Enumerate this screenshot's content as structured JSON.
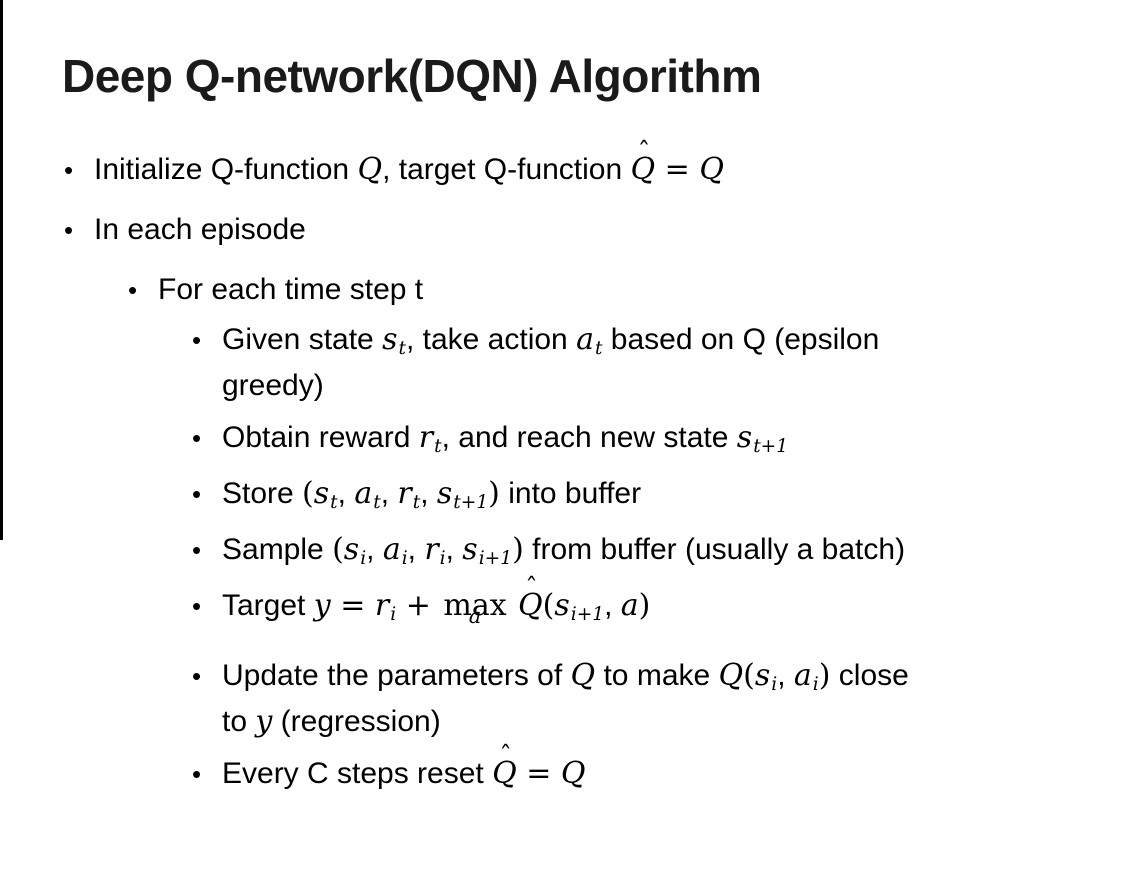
{
  "colors": {
    "background": "#ffffff",
    "text": "#000000",
    "edge_line": "#000000"
  },
  "glyphs": {
    "bullet": "•",
    "hat": "ˆ"
  },
  "slide": {
    "title": "Deep Q-network(DQN) Algorithm",
    "bullets": [
      {
        "level": 1,
        "segments": [
          {
            "type": "text",
            "value": "Initialize Q-function "
          },
          {
            "type": "math",
            "value": "Q"
          },
          {
            "type": "text",
            "value": ", target Q-function "
          },
          {
            "type": "mathhat",
            "value": "Q"
          },
          {
            "type": "mathup",
            "value": " = "
          },
          {
            "type": "math",
            "value": "Q"
          }
        ]
      },
      {
        "level": 1,
        "segments": [
          {
            "type": "text",
            "value": "In each episode"
          }
        ]
      },
      {
        "level": 2,
        "segments": [
          {
            "type": "text",
            "value": "For each time step t"
          }
        ]
      },
      {
        "level": 3,
        "segments": [
          {
            "type": "text",
            "value": "Given state "
          },
          {
            "type": "mathsub",
            "value": "s",
            "sub": "t"
          },
          {
            "type": "text",
            "value": ", take action "
          },
          {
            "type": "mathsub",
            "value": "a",
            "sub": "t"
          },
          {
            "type": "text",
            "value": " based on Q (epsilon"
          },
          {
            "type": "break"
          },
          {
            "type": "text",
            "value": "greedy)"
          }
        ]
      },
      {
        "level": 3,
        "segments": [
          {
            "type": "text",
            "value": "Obtain reward "
          },
          {
            "type": "mathsub",
            "value": "r",
            "sub": "t"
          },
          {
            "type": "text",
            "value": ", and reach new state "
          },
          {
            "type": "mathsub",
            "value": "s",
            "sub": "t+1"
          }
        ]
      },
      {
        "level": 3,
        "segments": [
          {
            "type": "text",
            "value": "Store "
          },
          {
            "type": "mathup",
            "value": "("
          },
          {
            "type": "mathsub",
            "value": "s",
            "sub": "t"
          },
          {
            "type": "text",
            "value": ", "
          },
          {
            "type": "mathsub",
            "value": "a",
            "sub": "t"
          },
          {
            "type": "text",
            "value": ", "
          },
          {
            "type": "mathsub",
            "value": "r",
            "sub": "t"
          },
          {
            "type": "text",
            "value": ", "
          },
          {
            "type": "mathsub",
            "value": "s",
            "sub": "t+1"
          },
          {
            "type": "mathup",
            "value": ")"
          },
          {
            "type": "text",
            "value": " into buffer"
          }
        ]
      },
      {
        "level": 3,
        "segments": [
          {
            "type": "text",
            "value": "Sample "
          },
          {
            "type": "mathup",
            "value": "("
          },
          {
            "type": "mathsub",
            "value": "s",
            "sub": "i"
          },
          {
            "type": "text",
            "value": ", "
          },
          {
            "type": "mathsub",
            "value": "a",
            "sub": "i"
          },
          {
            "type": "text",
            "value": ", "
          },
          {
            "type": "mathsub",
            "value": "r",
            "sub": "i"
          },
          {
            "type": "text",
            "value": ", "
          },
          {
            "type": "mathsub",
            "value": "s",
            "sub": "i+1"
          },
          {
            "type": "mathup",
            "value": ")"
          },
          {
            "type": "text",
            "value": " from buffer (usually a batch)"
          }
        ]
      },
      {
        "level": 3,
        "segments": [
          {
            "type": "text",
            "value": "Target "
          },
          {
            "type": "math",
            "value": "y"
          },
          {
            "type": "mathup",
            "value": " = "
          },
          {
            "type": "mathsub",
            "value": "r",
            "sub": "i"
          },
          {
            "type": "mathup",
            "value": " + "
          },
          {
            "type": "maxunder",
            "value": "max",
            "under": "a"
          },
          {
            "type": "text",
            "value": " "
          },
          {
            "type": "mathhat",
            "value": "Q"
          },
          {
            "type": "mathup",
            "value": "("
          },
          {
            "type": "mathsub",
            "value": "s",
            "sub": "i+1"
          },
          {
            "type": "text",
            "value": ", "
          },
          {
            "type": "math",
            "value": "a"
          },
          {
            "type": "mathup",
            "value": ")"
          }
        ]
      },
      {
        "level": 3,
        "segments": [
          {
            "type": "text",
            "value": "Update the parameters of "
          },
          {
            "type": "math",
            "value": "Q"
          },
          {
            "type": "text",
            "value": " to make "
          },
          {
            "type": "math",
            "value": "Q"
          },
          {
            "type": "mathup",
            "value": "("
          },
          {
            "type": "mathsub",
            "value": "s",
            "sub": "i"
          },
          {
            "type": "text",
            "value": ", "
          },
          {
            "type": "mathsub",
            "value": "a",
            "sub": "i"
          },
          {
            "type": "mathup",
            "value": ")"
          },
          {
            "type": "text",
            "value": " close"
          },
          {
            "type": "break"
          },
          {
            "type": "text",
            "value": "to "
          },
          {
            "type": "math",
            "value": "y"
          },
          {
            "type": "text",
            "value": " (regression)"
          }
        ]
      },
      {
        "level": 3,
        "segments": [
          {
            "type": "text",
            "value": "Every C steps reset "
          },
          {
            "type": "mathhat",
            "value": "Q"
          },
          {
            "type": "mathup",
            "value": " = "
          },
          {
            "type": "math",
            "value": "Q"
          }
        ]
      }
    ]
  }
}
